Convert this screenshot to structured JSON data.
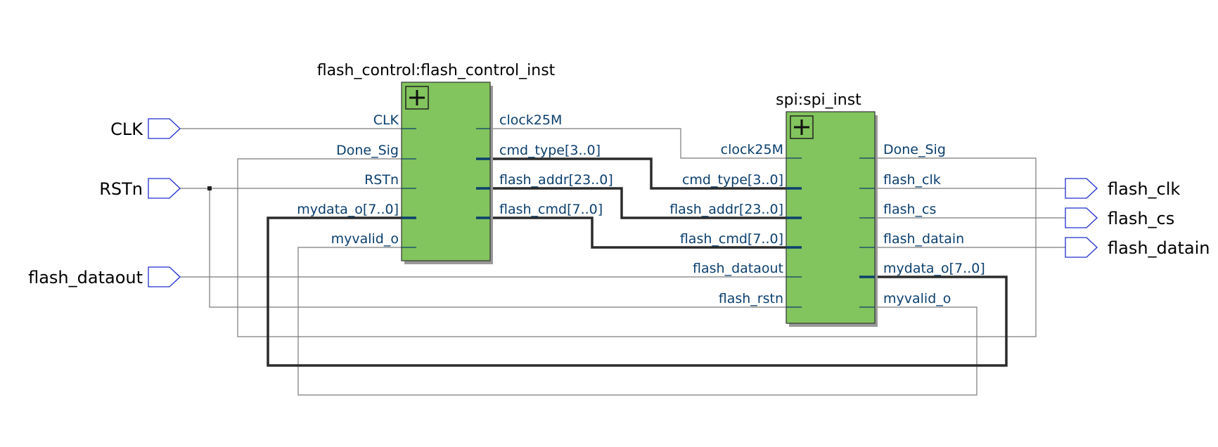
{
  "top_inputs": [
    "CLK",
    "RSTn",
    "flash_dataout"
  ],
  "top_outputs": [
    "flash_clk",
    "flash_cs",
    "flash_datain"
  ],
  "blocks": {
    "flash_control": {
      "title": "flash_control:flash_control_inst",
      "inputs": [
        "CLK",
        "Done_Sig",
        "RSTn",
        "mydata_o[7..0]",
        "myvalid_o"
      ],
      "outputs": [
        "clock25M",
        "cmd_type[3..0]",
        "flash_addr[23..0]",
        "flash_cmd[7..0]"
      ]
    },
    "spi": {
      "title": "spi:spi_inst",
      "inputs": [
        "clock25M",
        "cmd_type[3..0]",
        "flash_addr[23..0]",
        "flash_cmd[7..0]",
        "flash_dataout",
        "flash_rstn"
      ],
      "outputs": [
        "Done_Sig",
        "flash_clk",
        "flash_cs",
        "flash_datain",
        "mydata_o[7..0]",
        "myvalid_o"
      ]
    }
  }
}
